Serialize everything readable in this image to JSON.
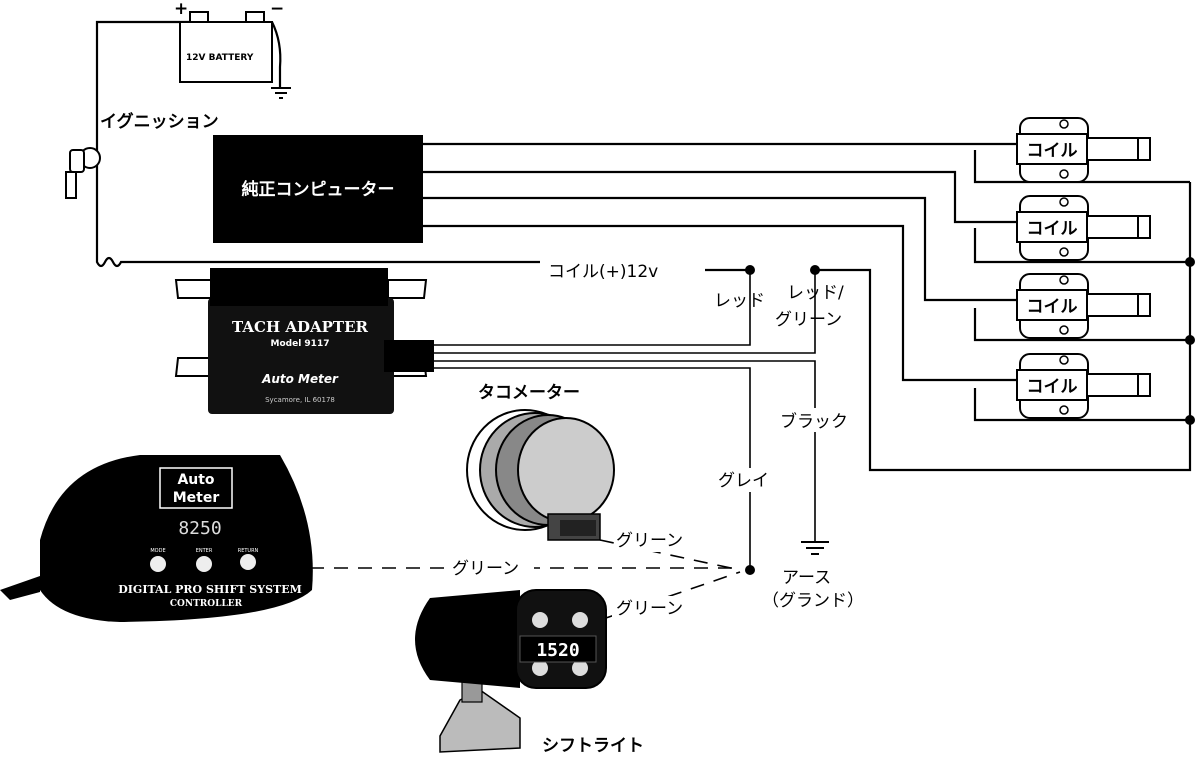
{
  "battery": {
    "label": "12V BATTERY",
    "plus": "+",
    "minus": "−"
  },
  "ignition": {
    "label": "イグニッション"
  },
  "ecu": {
    "label": "純正コンピューター"
  },
  "coils": [
    "コイル",
    "コイル",
    "コイル",
    "コイル"
  ],
  "wires": {
    "coil_plus": "コイル(+)12v",
    "red": "レッド",
    "red_green_1": "レッド/",
    "red_green_2": "グリーン",
    "black": "ブラック",
    "gray": "グレイ",
    "green_tach": "グリーン",
    "green_controller": "グリーン",
    "green_shift": "グリーン"
  },
  "tach_adapter": {
    "title": "TACH ADAPTER",
    "model": "Model 9117",
    "brand": "Auto Meter",
    "address": "Sycamore, IL 60178"
  },
  "tachometer": {
    "label": "タコメーター"
  },
  "ground": {
    "line1": "アース",
    "line2": "（グランド）"
  },
  "controller": {
    "brand_1": "Auto",
    "brand_2": "Meter",
    "display": "8250",
    "buttons": [
      "MODE",
      "ENTER",
      "RETURN"
    ],
    "name_1": "DIGITAL PRO SHIFT SYSTEM",
    "name_2": "CONTROLLER"
  },
  "shift_light": {
    "label": "シフトライト",
    "display": "1520"
  }
}
